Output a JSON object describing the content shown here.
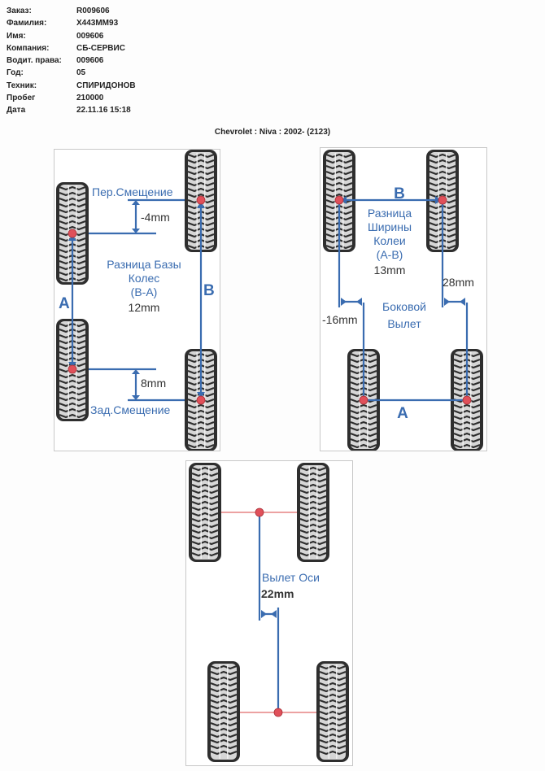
{
  "info": [
    {
      "label": "Заказ:",
      "value": "R009606"
    },
    {
      "label": "Фамилия:",
      "value": "X443MM93"
    },
    {
      "label": "Имя:",
      "value": "009606"
    },
    {
      "label": "Компания:",
      "value": "СБ-СЕРВИС"
    },
    {
      "label": "Водит. права:",
      "value": "009606"
    },
    {
      "label": "Год:",
      "value": "05"
    },
    {
      "label": "Техник:",
      "value": "СПИРИДОНОВ"
    },
    {
      "label": "Пробег",
      "value": "210000"
    },
    {
      "label": "Дата",
      "value": "22.11.16 15:18"
    }
  ],
  "vehicle": "Chevrolet : Niva : 2002-  (2123)",
  "panel1": {
    "front_label": "Пер.Смещение",
    "front_value": "-4mm",
    "title_l1": "Разница Базы",
    "title_l2": "Колес",
    "title_l3": "(B-A)",
    "value": "12mm",
    "rear_value": "8mm",
    "rear_label": "Зад.Смещение",
    "letter_a": "A",
    "letter_b": "B"
  },
  "panel2": {
    "letter_b": "B",
    "title_l1": "Разница",
    "title_l2": "Ширины",
    "title_l3": "Колеи",
    "title_l4": "(A-B)",
    "value": "13mm",
    "right_value": "28mm",
    "left_value": "-16mm",
    "setback_l1": "Боковой",
    "setback_l2": "Вылет",
    "letter_a": "A"
  },
  "panel3": {
    "title": "Вылет Оси",
    "value": "22mm"
  },
  "colors": {
    "accent": "#3a6cb0",
    "joint": "#e0505a",
    "axle3": "#e06a6a"
  }
}
